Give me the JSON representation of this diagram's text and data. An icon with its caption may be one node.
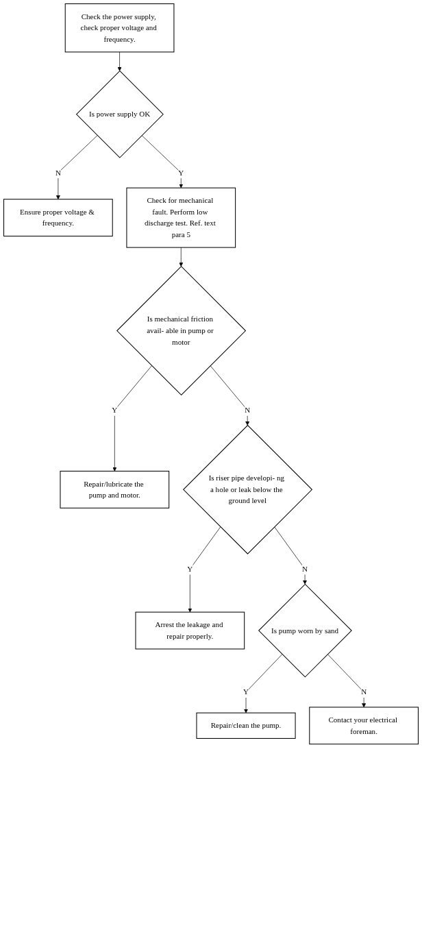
{
  "diagram": {
    "nodes": [
      {
        "text": [
          "Check the power supply, check proper voltage and frequency."
        ]
      },
      {
        "text": [
          "Is power supply OK"
        ]
      },
      {
        "text": [
          "Ensure proper voltage & frequency."
        ]
      },
      {
        "text": [
          "Check for mechanical fault. Perform low discharge test. Ref. text para 5"
        ]
      },
      {
        "text": [
          "Is mechanical friction avail- able in pump or motor"
        ]
      },
      {
        "text": [
          "Repair/lubricate the pump and motor."
        ]
      },
      {
        "text": [
          "Is riser pipe developi- ng a hole or leak below the ground level"
        ]
      },
      {
        "text": [
          "Arrest the leakage and repair properly."
        ]
      },
      {
        "text": [
          "Is pump worn by sand"
        ]
      },
      {
        "text": [
          "Repair/clean the pump."
        ]
      },
      {
        "text": [
          "Contact your electrical foreman."
        ]
      }
    ],
    "edges": [
      {
        "from": 0,
        "to": 1,
        "arrow": "to"
      },
      {
        "from": 1,
        "to": 2,
        "arrow": "to",
        "label": "N"
      },
      {
        "from": 1,
        "to": 3,
        "arrow": "to",
        "label": "Y"
      },
      {
        "from": 3,
        "to": 4,
        "arrow": "to"
      },
      {
        "from": 4,
        "to": 5,
        "arrow": "to",
        "label": "Y"
      },
      {
        "from": 4,
        "to": 6,
        "arrow": "to",
        "label": "N"
      },
      {
        "from": 6,
        "to": 7,
        "arrow": "to",
        "label": "Y"
      },
      {
        "from": 6,
        "to": 8,
        "arrow": "to",
        "label": "N"
      },
      {
        "from": 8,
        "to": 9,
        "arrow": "to",
        "label": "Y"
      },
      {
        "from": 8,
        "to": 10,
        "arrow": "to",
        "label": "N"
      }
    ]
  }
}
